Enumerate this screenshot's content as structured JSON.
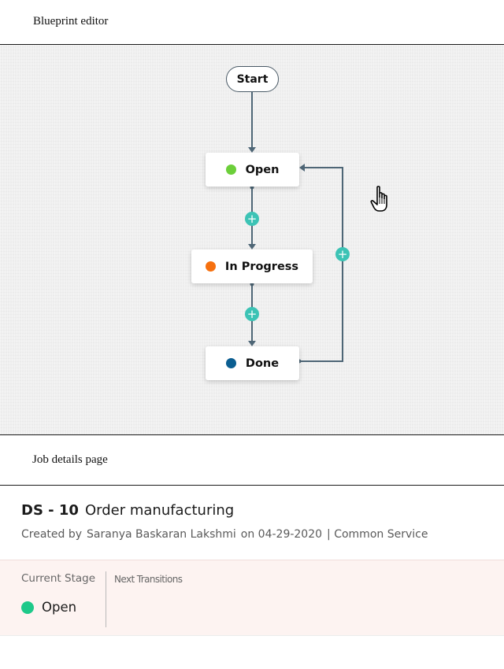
{
  "sections": {
    "blueprint_label": "Blueprint editor",
    "job_label": "Job details page"
  },
  "blueprint": {
    "start_label": "Start",
    "stages": [
      {
        "label": "Open",
        "color": "#6ccf3a"
      },
      {
        "label": "In Progress",
        "color": "#f6700f"
      },
      {
        "label": "Done",
        "color": "#0b5e91"
      }
    ],
    "plus_symbol": "+",
    "connector_color": "#4e6676",
    "plus_color": "#3cc3b5",
    "cursor_icon": "hand-pointer-icon"
  },
  "job": {
    "id": "DS - 10",
    "name": "Order manufacturing",
    "created_by_label": "Created by",
    "author": "Saranya Baskaran Lakshmi",
    "date": "on 04-29-2020",
    "service": "| Common Service",
    "current_stage_label": "Current Stage",
    "current_stage": "Open",
    "current_stage_color": "#1ec98a",
    "next_transitions_label": "Next Transitions"
  }
}
